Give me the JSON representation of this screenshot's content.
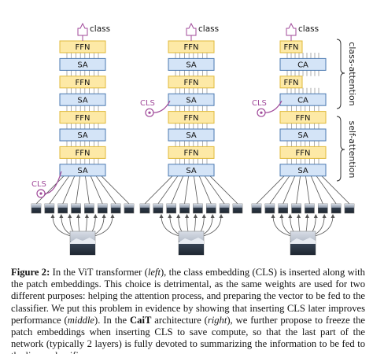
{
  "diagram": {
    "class_label": "class",
    "cls_label": "CLS",
    "left_stack": [
      "FFN",
      "SA",
      "FFN",
      "SA",
      "FFN",
      "SA",
      "FFN",
      "SA"
    ],
    "middle_stack": [
      "FFN",
      "SA",
      "FFN",
      "SA",
      "FFN",
      "SA",
      "FFN",
      "SA"
    ],
    "right_stack": [
      "FFN",
      "CA",
      "FFN",
      "CA",
      "FFN",
      "SA",
      "FFN",
      "SA"
    ],
    "brace_top_label": "class-attention",
    "brace_bottom_label": "self-attention",
    "colors": {
      "ffn_fill": "#fde9a6",
      "ffn_border": "#e0b93a",
      "sa_fill": "#d4e4f7",
      "sa_border": "#4a78b0",
      "cls_color": "#a04a9a",
      "line_color": "#555555"
    }
  },
  "caption": {
    "fig_label": "Figure 2:",
    "p1": " In the ViT transformer (",
    "left": "left",
    "p2": "), the class embedding (CLS) is inserted along with the patch embeddings. This choice is detrimental, as the same weights are used for two different purposes: helping the attention process, and preparing the vector to be fed to the classifier. We put this problem in evidence by showing that inserting CLS later improves performance (",
    "middle": "middle",
    "p3": "). In the ",
    "cait": "CaiT",
    "p4": " architecture (",
    "right": "right",
    "p5": "), we further propose to freeze the patch embeddings when inserting CLS to save compute, so that the last part of the network (typically 2 layers) is fully devoted to summarizing the information to be fed to the linear classifier."
  }
}
